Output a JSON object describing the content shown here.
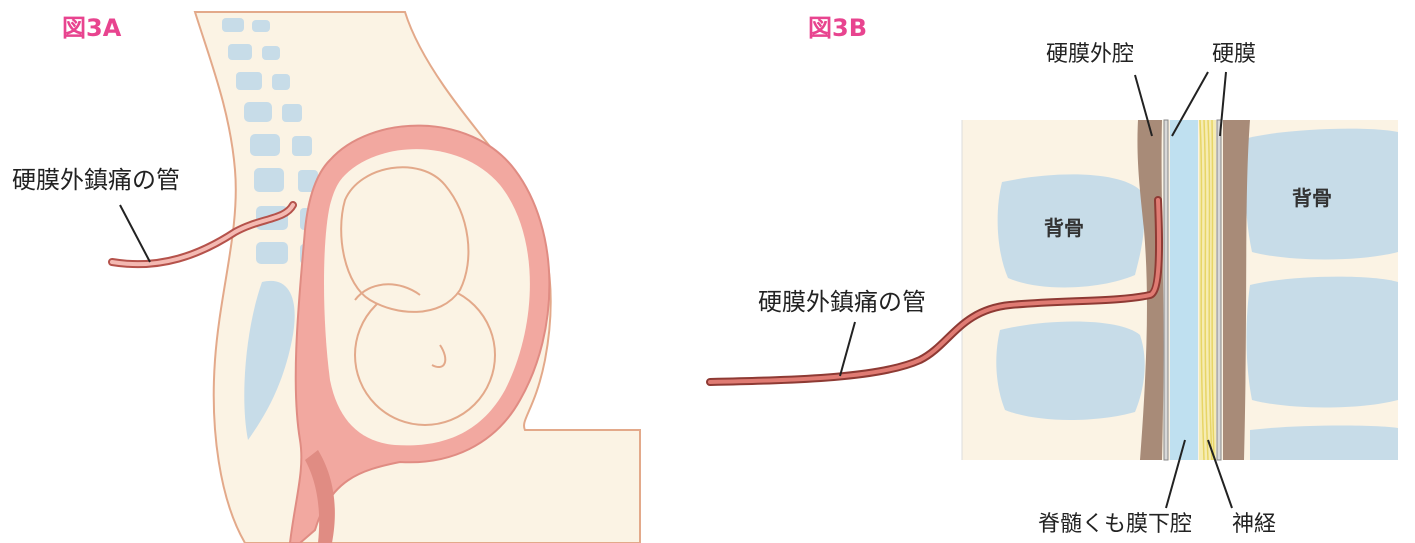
{
  "figure_a": {
    "title": "図3A",
    "catheter_label": "硬膜外鎮痛の管"
  },
  "figure_b": {
    "title": "図3B",
    "epidural_space_label": "硬膜外腔",
    "dura_label": "硬膜",
    "bone_left_label": "背骨",
    "bone_right_label": "背骨",
    "catheter_label": "硬膜外鎮痛の管",
    "subarachnoid_label": "脊髄くも膜下腔",
    "nerve_label": "神経"
  },
  "colors": {
    "title": "#e8448f",
    "skin": "#fbf3e4",
    "outline": "#e3a98a",
    "spine": "#c7dce8",
    "uterus": "#f2a8a0",
    "catheter": "#d06a63",
    "epidural": "#a88b78",
    "csf": "#bfe0f0",
    "nerve": "#e6d24a"
  }
}
